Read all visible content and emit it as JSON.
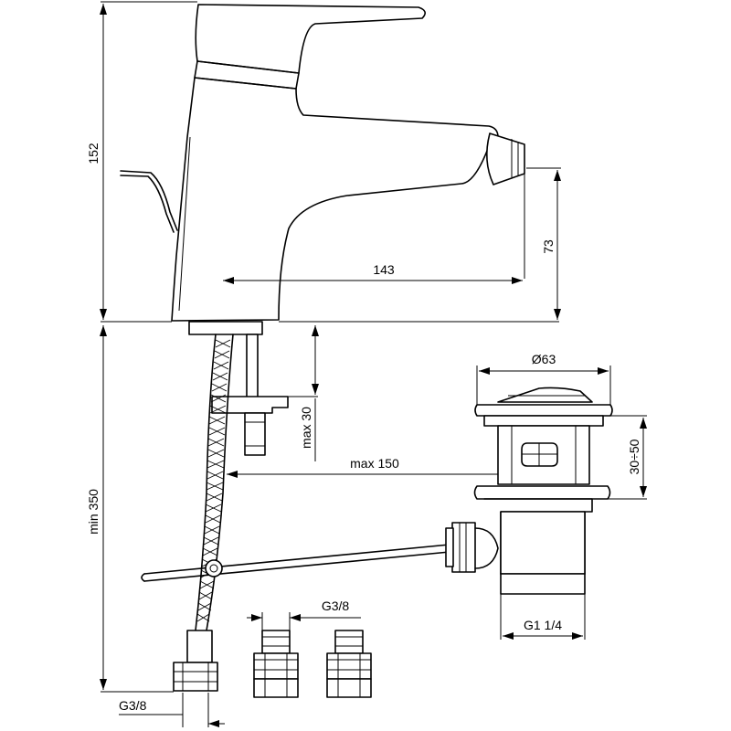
{
  "drawing": {
    "dimensions": {
      "height_total": "152",
      "outlet_height": "73",
      "reach": "143",
      "install_max30": "max 30",
      "reach_max150": "max 150",
      "hose_min350": "min 350",
      "waste_diameter": "Ø63",
      "waste_adjust": "30÷50",
      "waste_thread": "G1 1/4",
      "connector_thread": "G3/8",
      "hose_thread": "G3/8"
    },
    "icons": [
      "arrowhead-icon"
    ],
    "colors": {
      "line": "#000000",
      "background": "#ffffff"
    }
  }
}
